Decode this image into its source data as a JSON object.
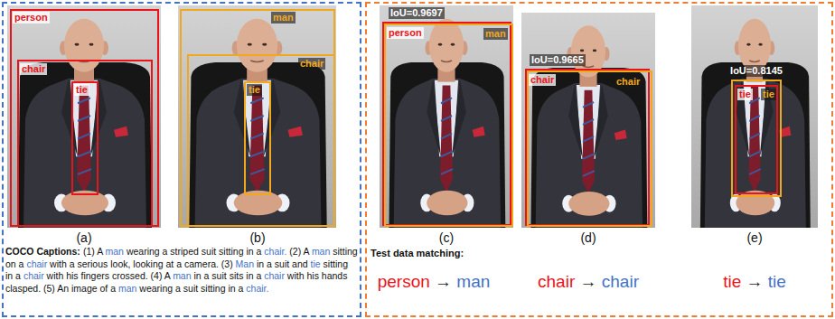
{
  "diagram": {
    "nodes": [
      {
        "text": [
          "COCO Captions:",
          "(1) A man wearing a striped suit sitting in a chair. (2) A man sitting on a chair with a serious look, looking at a camera. (3) Man in a suit and tie sitting in a chair with his fingers crossed. (4) A man in a suit sits in a chair with his hands clasped. (5) An image of a man wearing a suit sitting in a chair."
        ]
      },
      {
        "text": [
          "person"
        ],
        "in": 0
      },
      {
        "text": [
          "chair"
        ],
        "in": 0
      },
      {
        "text": [
          "tie"
        ],
        "in": 0
      },
      {
        "text": [
          "man"
        ],
        "in": 0
      },
      {
        "text": [
          "chair"
        ],
        "in": 0
      },
      {
        "text": [
          "tie"
        ],
        "in": 0
      },
      {
        "text": [
          "Test data matching:"
        ]
      },
      {
        "text": [
          "person"
        ],
        "in": 7
      },
      {
        "text": [
          "man"
        ],
        "in": 7
      },
      {
        "text": [
          "chair"
        ],
        "in": 7
      },
      {
        "text": [
          "chair"
        ],
        "in": 7
      },
      {
        "text": [
          "tie"
        ],
        "in": 7
      },
      {
        "text": [
          "tie"
        ],
        "in": 7
      }
    ],
    "labels": [
      "(a)",
      "(b)",
      "(c)",
      "(d)",
      "(e)",
      "IoU=0.9697",
      "IoU=0.9665",
      "IoU=0.8145",
      "person → man",
      "chair → chair",
      "tie → tie"
    ]
  }
}
